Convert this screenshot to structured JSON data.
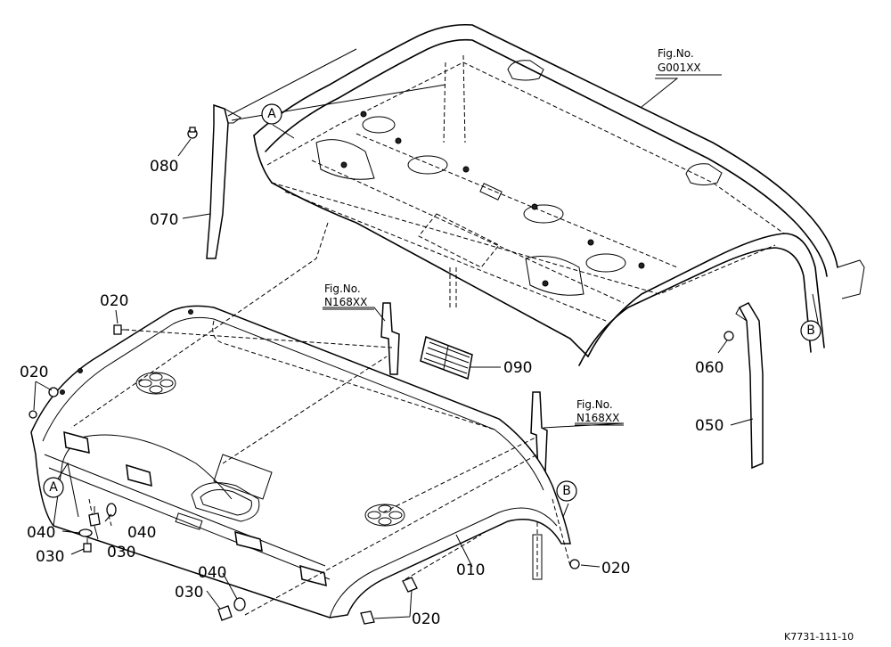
{
  "part_numbers": {
    "p010": "010",
    "p020a": "020",
    "p020b": "020",
    "p020c": "020",
    "p020d": "020",
    "p030a": "030",
    "p030b": "030",
    "p030c": "030",
    "p040a": "040",
    "p040b": "040",
    "p040c": "040",
    "p050": "050",
    "p060": "060",
    "p070": "070",
    "p080": "080",
    "p090": "090"
  },
  "figure_refs": {
    "g001": {
      "title": "Fig.No.",
      "code": "G001XX"
    },
    "n168_left": {
      "title": "Fig.No.",
      "code": "N168XX"
    },
    "n168_right": {
      "title": "Fig.No.",
      "code": "N168XX"
    }
  },
  "markers": {
    "a_top": "A",
    "a_bottom": "A",
    "b_right": "B",
    "b_bottom": "B"
  },
  "drawing_code": "K7731-111-10"
}
